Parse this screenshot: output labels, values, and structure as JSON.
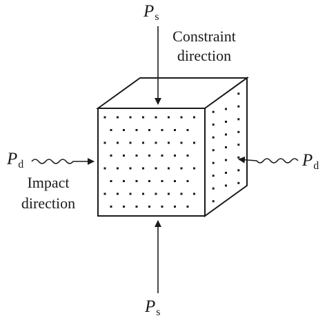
{
  "colors": {
    "stroke": "#1a1a1a",
    "background": "#ffffff"
  },
  "labels": {
    "top_force_symbol": "P",
    "top_force_subscript": "s",
    "bottom_force_symbol": "P",
    "bottom_force_subscript": "s",
    "left_force_symbol": "P",
    "left_force_subscript": "d",
    "right_force_symbol": "P",
    "right_force_subscript": "d",
    "constraint_line1": "Constraint",
    "constraint_line2": "direction",
    "impact_line1": "Impact",
    "impact_line2": "direction"
  }
}
